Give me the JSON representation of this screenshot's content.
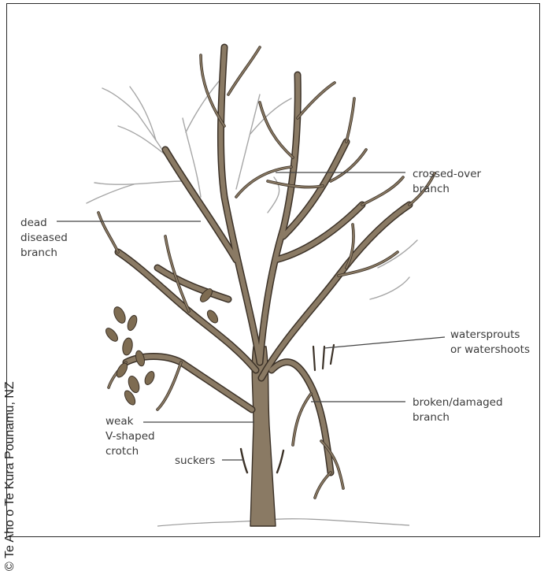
{
  "figure": {
    "copyright": "© Te Aho o Te Kura Pounamu, NZ",
    "labels": {
      "crossed": "crossed-over\nbranch",
      "dead": "dead\ndiseased\nbranch",
      "watersprouts": "watersprouts\nor watershoots",
      "broken": "broken/damaged\nbranch",
      "weak": "weak\nV-shaped\ncrotch",
      "suckers": "suckers"
    }
  },
  "colors": {
    "trunk": "#8a7a64",
    "outline": "#3b3127",
    "dead_branch": "#a6a6a6",
    "leader_line": "#444444",
    "leaves": "#7e6c52"
  }
}
